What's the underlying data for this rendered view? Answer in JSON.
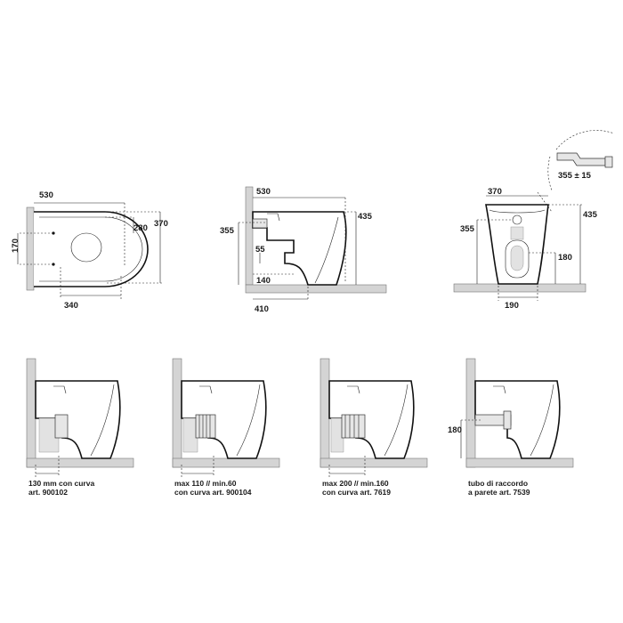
{
  "top_view": {
    "dim_width": "530",
    "dim_depth_short": "280",
    "dim_depth_long": "370",
    "dim_holes": "170",
    "dim_bottom": "340"
  },
  "side_view": {
    "dim_width": "530",
    "dim_height_total": "435",
    "dim_height_inlet": "355",
    "dim_outlet_height": "55",
    "dim_outlet_low": "140",
    "dim_base": "410"
  },
  "front_view": {
    "dim_top": "370",
    "dim_height_total": "435",
    "dim_height_inlet": "355",
    "dim_outlet": "180",
    "dim_base": "190"
  },
  "detail": {
    "dim_pipe": "355 ± 15"
  },
  "installations": [
    {
      "caption_line1": "130 mm con curva",
      "caption_line2": "art. 900102",
      "caption_line3": ""
    },
    {
      "caption_line1": "max 110 // min.60",
      "caption_line2": "con curva art. 900104",
      "caption_line3": ""
    },
    {
      "caption_line1": "max 200 // min.160",
      "caption_line2": "con curva art. 7619",
      "caption_line3": ""
    },
    {
      "caption_line1": "tubo di raccordo",
      "caption_line2": "a parete art. 7539",
      "caption_line3": "",
      "dim_height": "180"
    }
  ]
}
